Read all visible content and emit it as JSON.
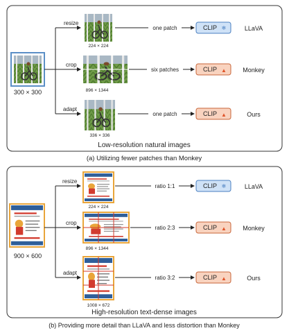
{
  "panel_a": {
    "input_size": "300 × 300",
    "section_caption": "Low-resolution natural images",
    "figure_caption": "(a) Utilizing fewer patches than Monkey",
    "rows": [
      {
        "method": "resize",
        "size": "224 × 224",
        "output": "one patch",
        "clip": "CLIP",
        "model": "LLaVA",
        "encoder": "frozen"
      },
      {
        "method": "crop",
        "size": "896 × 1344",
        "output": "six patches",
        "clip": "CLIP",
        "model": "Monkey",
        "encoder": "trainable"
      },
      {
        "method": "adapt",
        "size": "336 × 336",
        "output": "one patch",
        "clip": "CLIP",
        "model": "Ours",
        "encoder": "trainable"
      }
    ]
  },
  "panel_b": {
    "input_size": "900 × 600",
    "section_caption": "High-resolution text-dense images",
    "figure_caption": "(b) Providing more detail than LLaVA and less distortion than Monkey",
    "rows": [
      {
        "method": "resize",
        "size": "224 × 224",
        "output": "ratio 1:1",
        "clip": "CLIP",
        "model": "LLaVA",
        "encoder": "frozen"
      },
      {
        "method": "crop",
        "size": "896 × 1344",
        "output": "ratio 2:3",
        "clip": "CLIP",
        "model": "Monkey",
        "encoder": "trainable"
      },
      {
        "method": "adapt",
        "size": "1008 × 672",
        "output": "ratio 3:2",
        "clip": "CLIP",
        "model": "Ours",
        "encoder": "trainable"
      }
    ]
  },
  "colors": {
    "frozen_fill": "#cfe2f7",
    "frozen_stroke": "#4a7fc0",
    "trainable_fill": "#f9d3bf",
    "trainable_stroke": "#c8663a",
    "grass": "#5d8a3c",
    "poster_border": "#e9a53a",
    "poster_accent": "#d23b2f",
    "poster_blue": "#2f5f9a"
  },
  "icons": {
    "frozen": "snowflake-icon",
    "trainable": "flame-icon"
  }
}
